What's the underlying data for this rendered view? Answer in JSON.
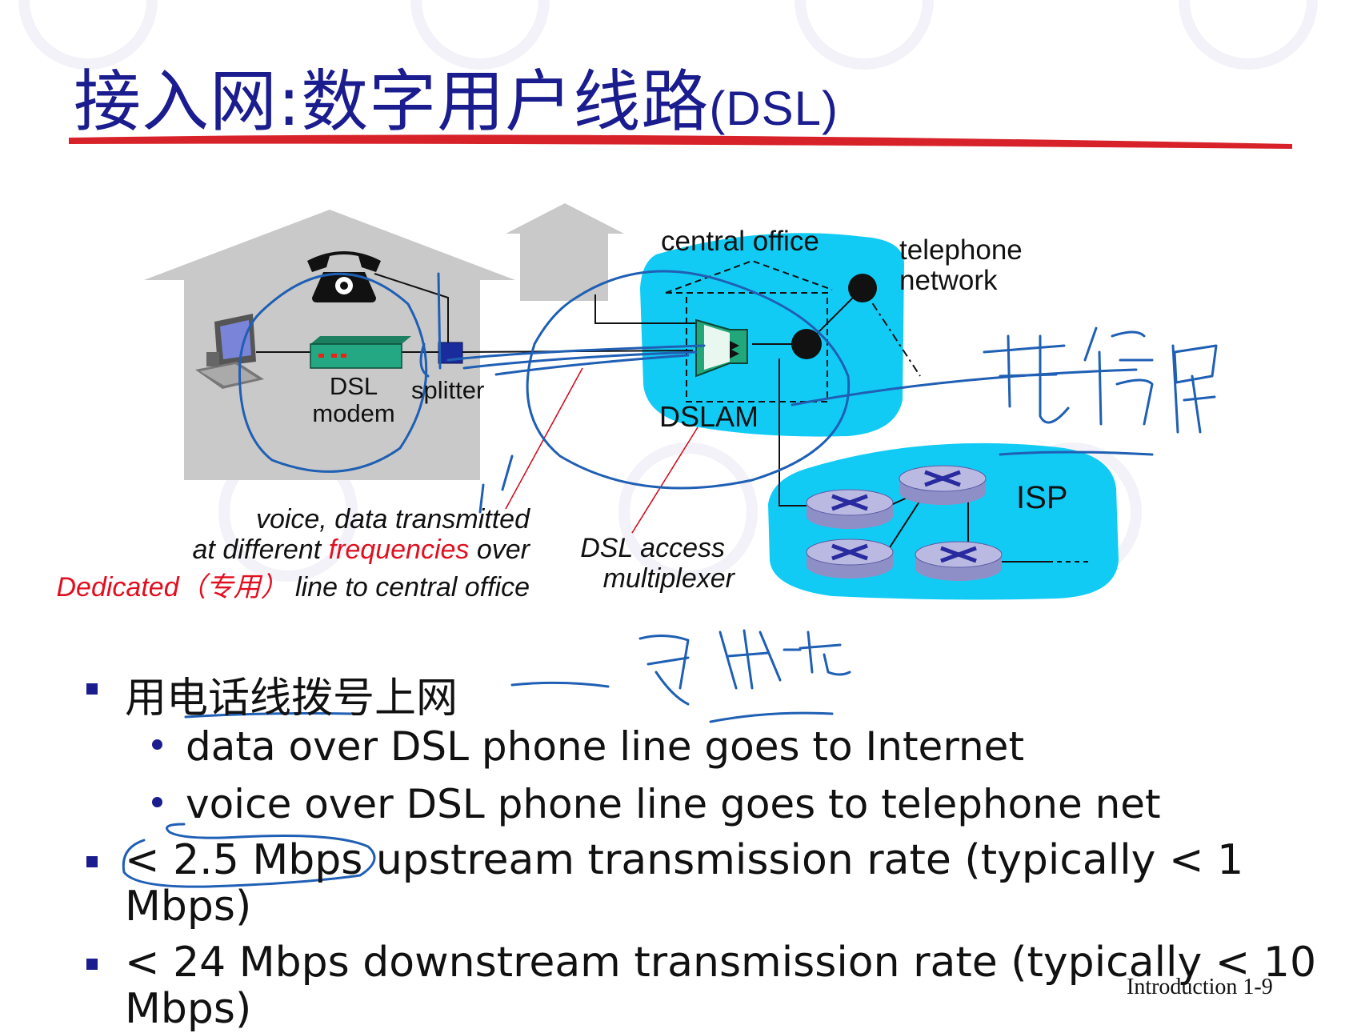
{
  "title": {
    "cn": "接入网:数字用户线路",
    "latin": "(DSL)"
  },
  "labels": {
    "central_office": "central office",
    "telephone_network": "telephone\nnetwork",
    "dsl_modem": "DSL\nmodem",
    "splitter": "splitter",
    "dslam": "DSLAM",
    "isp": "ISP"
  },
  "captions": {
    "voice_line1": "voice, data transmitted",
    "voice_line2_pre": "at different ",
    "voice_line2_red": "frequencies",
    "voice_line2_post": " over",
    "dedicated_red": "Dedicated（专用）",
    "voice_line3": " line to central office",
    "access_line1": "DSL access",
    "access_line2": "multiplexer"
  },
  "bullets": {
    "b1": "用电话线拨号上网",
    "b1a": "data over DSL phone line goes to Internet",
    "b1b": "voice over DSL phone line goes to telephone net",
    "b2": "< 2.5 Mbps upstream transmission rate (typically < 1 Mbps)",
    "b3": "< 24 Mbps downstream transmission rate (typically < 10 Mbps)"
  },
  "footer": "Introduction 1-9",
  "colors": {
    "title": "#1b1d8f",
    "underline": "#d8222a",
    "cloud": "#12cbf5",
    "ink": "#1f5fb4",
    "accent_red": "#e01020",
    "house": "#c9c9c9"
  }
}
